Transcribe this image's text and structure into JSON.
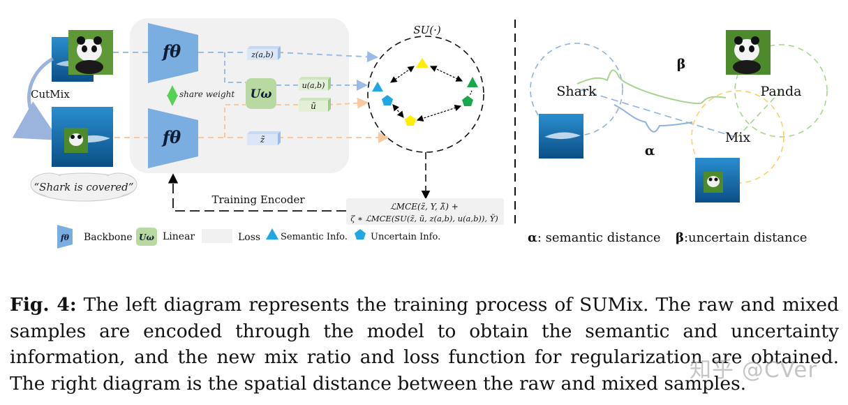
{
  "left": {
    "cutmix_label": "CutMix",
    "cloud_text": "“Shark is covered”",
    "f_theta": "fθ",
    "share_weight": "share weight",
    "u_omega": "Uω",
    "z_ab": "z(a,b)",
    "u_ab": "u(a,b)",
    "u_tilde": "ũ",
    "z_tilde": "z̃",
    "su_label": "SU(·)",
    "training_encoder": "Training Encoder",
    "loss_line1": "ℒMCE(z̃, Y, λ̃) +",
    "loss_line2": "ζ ∗ ℒMCE(SU(z̃, ũ, z(a,b), u(a,b)), Ỹ)"
  },
  "legend": {
    "backbone": "Backbone",
    "linear": "Linear",
    "loss": "Loss",
    "semantic": "Semantic Info.",
    "uncertain": "Uncertain Info."
  },
  "right": {
    "shark": "Shark",
    "panda": "Panda",
    "mix": "Mix",
    "beta": "β",
    "alpha": "α",
    "alpha_label": "α",
    "alpha_text": ": semantic distance",
    "beta_label": "β",
    "beta_text": ":uncertain distance"
  },
  "caption": {
    "label": "Fig. 4:",
    "text": " The left diagram represents the training process of SUMix. The raw and mixed samples are encoded through the model to obtain the semantic and uncertainty information, and the new mix ratio and loss function for regularization are obtained. The right diagram is the spatial distance between the raw and mixed samples."
  },
  "watermark": "知乎 @CVer",
  "colors": {
    "trapezoid": "#7aaee0",
    "linear": "#b9d9a3",
    "semantic": "#1ea7e1",
    "uncertain": "#1ea7e1",
    "yellow": "#ffee00",
    "green": "#17a84b",
    "blue_dash": "#9bbbe6",
    "orange_dash": "#f6c9a0",
    "shark_circle": "#8fb1dd",
    "panda_circle": "#a9d48f",
    "mix_circle": "#f6d36a"
  }
}
